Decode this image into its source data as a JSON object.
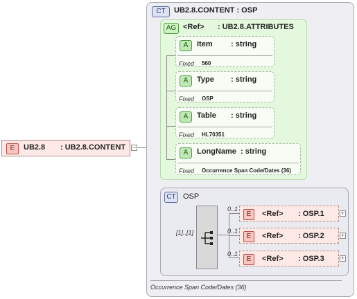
{
  "root_element": {
    "badge": "E",
    "name": "UB2.8",
    "type": ": UB2.8.CONTENT"
  },
  "complex_type": {
    "badge": "CT",
    "title": "UB2.8.CONTENT : OSP",
    "attribute_group": {
      "badge": "AG",
      "ref": "<Ref>",
      "name": ": UB2.8.ATTRIBUTES",
      "attributes": [
        {
          "badge": "A",
          "name": "Item",
          "type": ": string",
          "fixed_label": "Fixed",
          "fixed_value": "560"
        },
        {
          "badge": "A",
          "name": "Type",
          "type": ": string",
          "fixed_label": "Fixed",
          "fixed_value": "OSP"
        },
        {
          "badge": "A",
          "name": "Table",
          "type": ": string",
          "fixed_label": "Fixed",
          "fixed_value": "HL70351"
        },
        {
          "badge": "A",
          "name": "LongName",
          "type": ": string",
          "fixed_label": "Fixed",
          "fixed_value": "Occurrence Span Code/Dates (36)"
        }
      ]
    },
    "osp": {
      "badge": "CT",
      "title": "OSP",
      "sequence_multiplicity": "[1]..[1]",
      "children": [
        {
          "multiplicity": "0..1",
          "badge": "E",
          "ref": "<Ref>",
          "name": ": OSP.1"
        },
        {
          "multiplicity": "0..1",
          "badge": "E",
          "ref": "<Ref>",
          "name": ": OSP.2"
        },
        {
          "multiplicity": "0..1",
          "badge": "E",
          "ref": "<Ref>",
          "name": ": OSP.3"
        }
      ]
    },
    "footer": "Occurrence Span Code/Dates (36)"
  }
}
